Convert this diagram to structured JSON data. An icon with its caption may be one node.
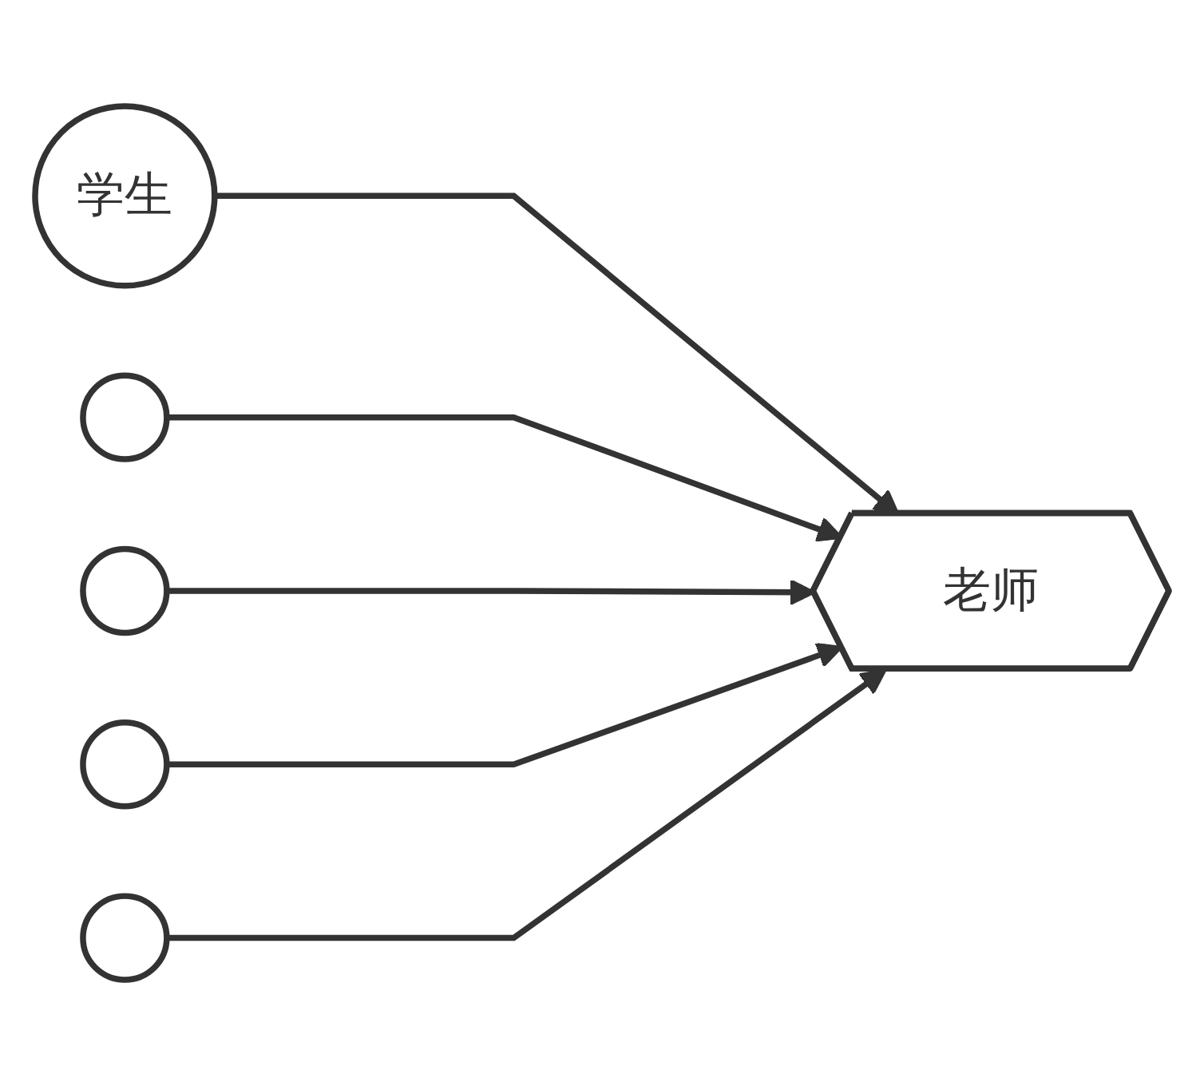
{
  "diagram": {
    "nodes": [
      {
        "text": [
          "学生"
        ]
      },
      {
        "text": [],
        "shape": "circle"
      },
      {
        "text": [],
        "shape": "circle"
      },
      {
        "text": [],
        "shape": "circle"
      },
      {
        "text": [],
        "shape": "circle"
      },
      {
        "text": [
          "老师"
        ]
      }
    ],
    "edges": [
      {
        "from": 0,
        "to": 5,
        "arrow": "to"
      },
      {
        "from": 1,
        "to": 5,
        "arrow": "to"
      },
      {
        "from": 2,
        "to": 5,
        "arrow": "to"
      },
      {
        "from": 3,
        "to": 5,
        "arrow": "to"
      },
      {
        "from": 4,
        "to": 5,
        "arrow": "to"
      }
    ]
  }
}
